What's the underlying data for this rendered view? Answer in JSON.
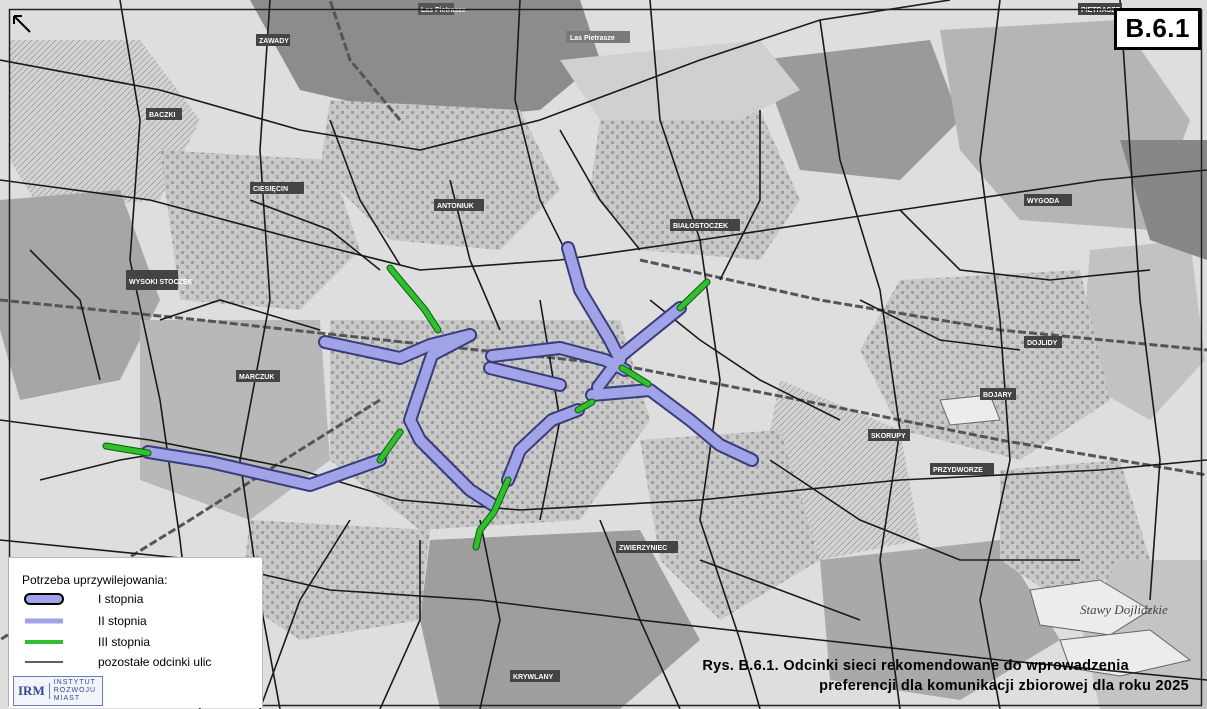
{
  "figure_code": "B.6.1",
  "legend": {
    "title": "Potrzeba uprzywilejowania:",
    "items": [
      {
        "label": "I stopnia",
        "color": "#a0a3e8",
        "outline": "#000000"
      },
      {
        "label": "II stopnia",
        "color": "#a0a3e8"
      },
      {
        "label": "III stopnia",
        "color": "#2fbf2f"
      },
      {
        "label": "pozostałe odcinki ulic",
        "color": "#000000"
      }
    ]
  },
  "caption": {
    "line1": "Rys. B.6.1. Odcinki sieci rekomendowane do wprowadzenia",
    "line2": "preferencji dla komunikacji zbiorowej dla roku 2025"
  },
  "logo": {
    "mark": "IRM",
    "text_line1": "INSTYTUT",
    "text_line2": "ROZWOJU",
    "text_line3": "MIAST"
  },
  "places": [
    "Las Pietrasze",
    "PIETRASZE",
    "ZAWADY",
    "BACZKI",
    "CIESIĘCIN",
    "ANTONIUK",
    "BIAŁOSTOCZEK",
    "WYSOKI STOCZEK",
    "WYGODA",
    "MARCZUK",
    "DOJLIDY",
    "SKORUPY",
    "BOJARY",
    "PRZYDWORZE",
    "KRYWLANY",
    "ZWIERZYNIEC",
    "Stawy Dojlidzkie"
  ]
}
